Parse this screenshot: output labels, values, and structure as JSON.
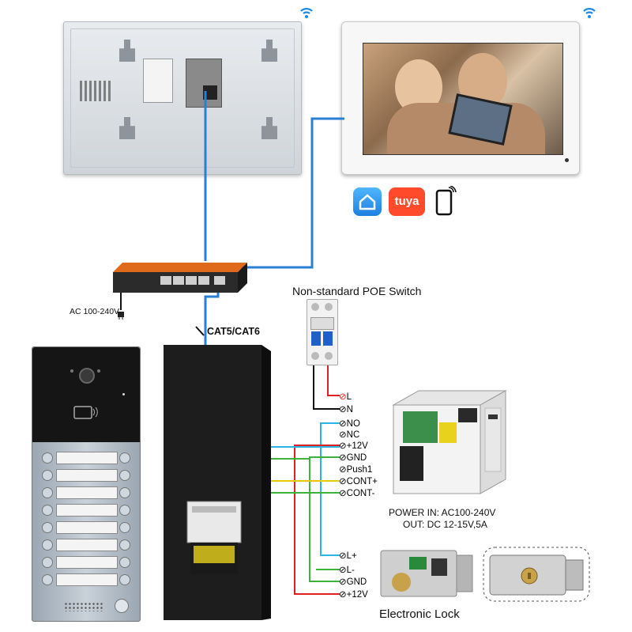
{
  "labels": {
    "poe_switch": "Non-standard POE Switch",
    "ac_input": "AC 100-240V",
    "cable": "CAT5/CAT6",
    "power_line1": "POWER  IN: AC100-240V",
    "power_line2": "OUT: DC 12-15V,5A",
    "electronic_lock": "Electronic Lock"
  },
  "breaker_terminals": [
    "L",
    "N"
  ],
  "controller_terminals": [
    "NO",
    "NC",
    "+12V",
    "GND",
    "Push1",
    "CONT+",
    "CONT-"
  ],
  "lock_terminals": [
    "L+",
    "L-",
    "GND",
    "+12V"
  ],
  "app_icons": [
    "smart-home-icon",
    "tuya-icon",
    "phone-icon"
  ],
  "tuya_text": "tuya",
  "doorbell_buttons": 8,
  "wire_colors": {
    "blue": "#2a7fd4",
    "cyan": "#29b6e6",
    "red": "#e02020",
    "green": "#3cb43c",
    "yellow": "#e8c800",
    "black": "#111111",
    "tuya": "#ff4b2b"
  }
}
